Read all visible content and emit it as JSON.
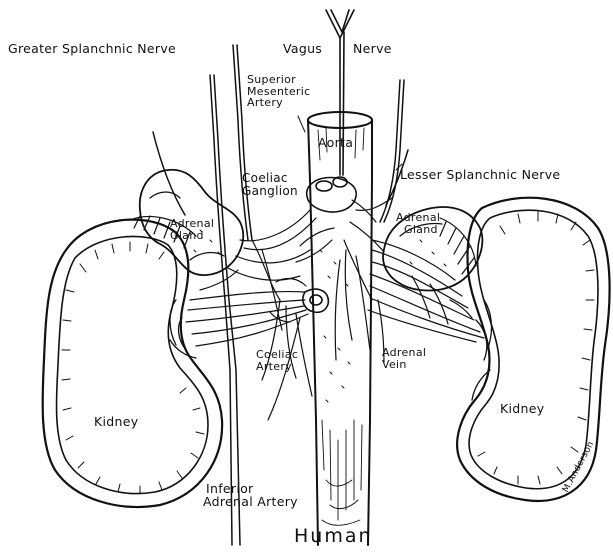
{
  "figure": {
    "title": "Human",
    "labels": {
      "greater_splanchnic_nerve": "Greater Splanchnic Nerve",
      "vagus": "Vagus",
      "nerve": "Nerve",
      "superior_mesenteric_artery": [
        "Superior",
        "Mesenteric",
        "Artery"
      ],
      "aorta": "Aorta",
      "coeliac_ganglion": [
        "Coeliac",
        "Ganglion"
      ],
      "lesser_splanchnic_nerve": "Lesser Splanchnic Nerve",
      "adrenal_gland_left": [
        "Adrenal",
        "Gland"
      ],
      "adrenal_gland_right": [
        "Adrenal",
        "Gland"
      ],
      "coeliac_artery": [
        "Coeliac",
        "Artery"
      ],
      "adrenal_vein": [
        "Adrenal",
        "Vein"
      ],
      "kidney_left": "Kidney",
      "kidney_right": "Kidney",
      "inferior_adrenal_artery": [
        "Inferior",
        "Adrenal Artery"
      ],
      "signature": "M.Anderson"
    }
  }
}
